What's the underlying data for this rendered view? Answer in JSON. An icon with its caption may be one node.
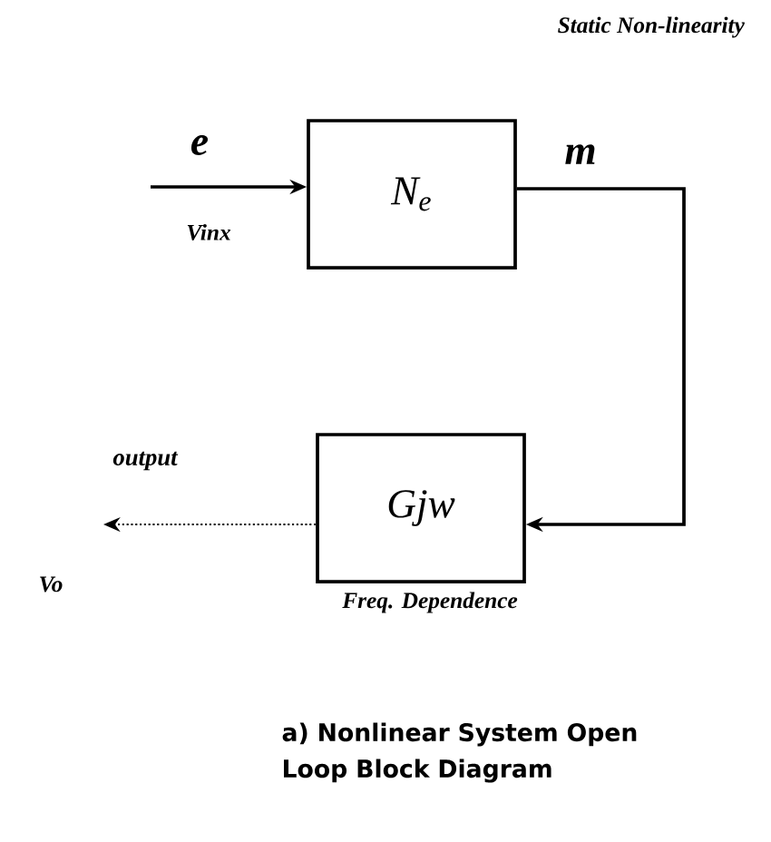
{
  "diagram": {
    "caption": "a) Nonlinear System Open Loop Block Diagram",
    "nodes": [
      {
        "text": [
          "N$_{e}$"
        ]
      },
      {
        "text": [
          "Gjw"
        ]
      }
    ],
    "edges": [
      {
        "from": null,
        "to": 0,
        "arrow": "to",
        "label": "e"
      },
      {
        "from": 0,
        "to": 1,
        "arrow": "to",
        "label": "m"
      },
      {
        "from": 1,
        "to": null,
        "arrow": "to",
        "label": "output",
        "style": "dashed"
      }
    ],
    "labels": [
      "Static Non-linearity",
      "Vinx",
      "Vo",
      "Freq. Dependence"
    ]
  }
}
